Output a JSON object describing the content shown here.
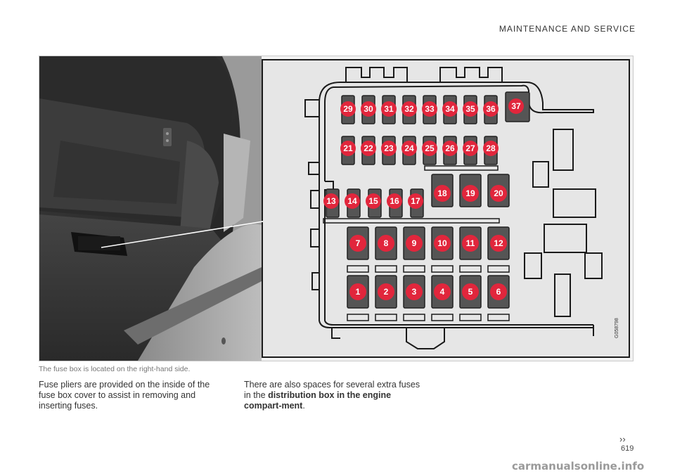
{
  "header": {
    "section_title": "MAINTENANCE AND SERVICE"
  },
  "figure": {
    "caption": "The fuse box is located on the right-hand side.",
    "code": "G058798",
    "fuses_row_top": [
      "29",
      "30",
      "31",
      "32",
      "33",
      "34",
      "35",
      "36"
    ],
    "fuse_37": "37",
    "fuses_row_2": [
      "21",
      "22",
      "23",
      "24",
      "25",
      "26",
      "27",
      "28"
    ],
    "fuses_row_3_small": [
      "13",
      "14",
      "15",
      "16",
      "17"
    ],
    "fuses_row_3_large": [
      "18",
      "19",
      "20"
    ],
    "fuses_row_4": [
      "7",
      "8",
      "9",
      "10",
      "11",
      "12"
    ],
    "fuses_row_5": [
      "1",
      "2",
      "3",
      "4",
      "5",
      "6"
    ],
    "colors": {
      "label_red": "#e1263c",
      "fuse_dark": "#555555",
      "line": "#1a1a1a"
    }
  },
  "body": {
    "col1_text": "Fuse pliers are provided on the inside of the fuse box cover to assist in removing and inserting fuses.",
    "col2_text_prefix": "There are also spaces for several extra fuses in the ",
    "col2_text_bold": "distribution box in the engine compart-ment",
    "col2_text_suffix": "."
  },
  "footer": {
    "next_marker": "››",
    "page_number": "619",
    "watermark": "carmanualsonline.info"
  }
}
